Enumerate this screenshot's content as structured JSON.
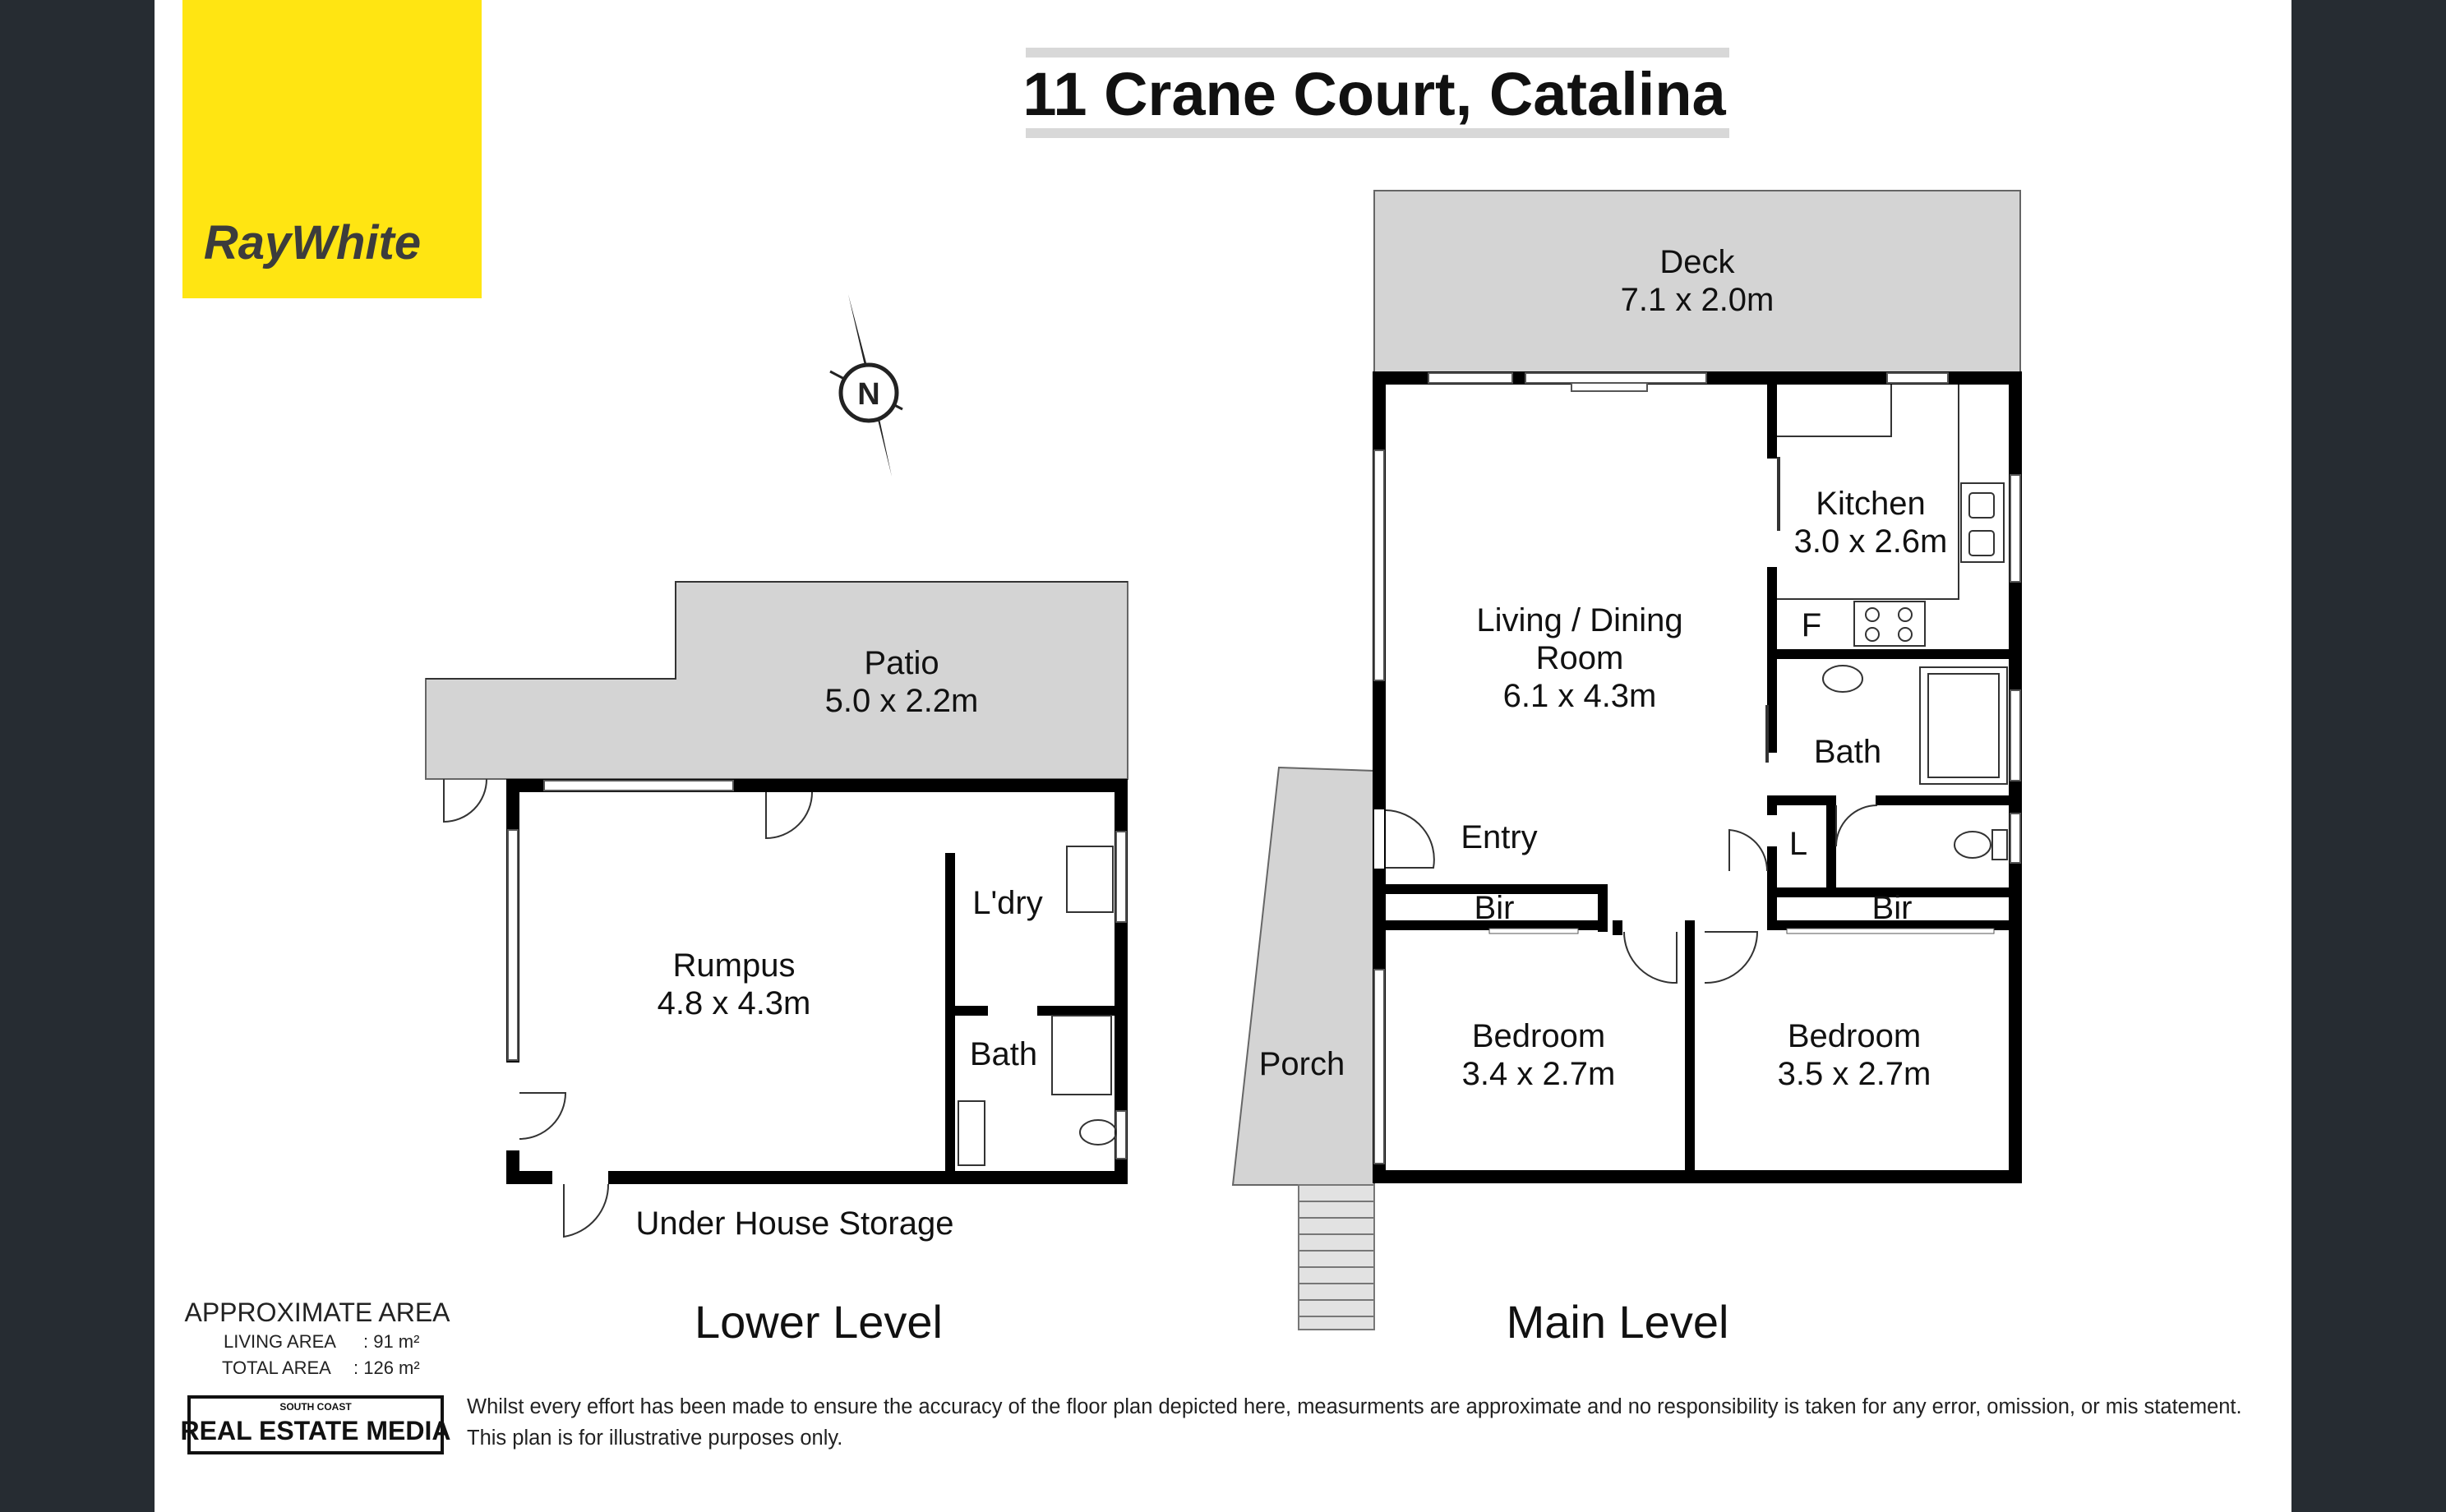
{
  "title": "11 Crane Court, Catalina",
  "brand": {
    "name": "RayWhite",
    "color": "#ffe512"
  },
  "compass_letter": "N",
  "lower": {
    "level_label": "Lower Level",
    "patio": {
      "name": "Patio",
      "size": "5.0 x 2.2m"
    },
    "rumpus": {
      "name": "Rumpus",
      "size": "4.8 x 4.3m"
    },
    "laundry": "L'dry",
    "bath": "Bath",
    "storage": "Under House Storage"
  },
  "main": {
    "level_label": "Main Level",
    "deck": {
      "name": "Deck",
      "size": "7.1 x 2.0m"
    },
    "kitchen": {
      "name": "Kitchen",
      "size": "3.0 x 2.6m"
    },
    "fridge": "F",
    "living": {
      "line1": "Living / Dining",
      "line2": "Room",
      "size": "6.1 x 4.3m"
    },
    "bath": "Bath",
    "linen": "L",
    "entry": "Entry",
    "bir_left": "Bir",
    "bir_right": "Bir",
    "bedroom1": {
      "name": "Bedroom",
      "size": "3.4 x 2.7m"
    },
    "bedroom2": {
      "name": "Bedroom",
      "size": "3.5 x 2.7m"
    },
    "porch": "Porch"
  },
  "area": {
    "heading": "APPROXIMATE AREA",
    "living_label": "LIVING  AREA",
    "living_value": ":  91 m²",
    "total_label": "TOTAL AREA",
    "total_value": ":  126 m²"
  },
  "publisher": {
    "top": "SOUTH COAST",
    "main": "REAL ESTATE MEDIA"
  },
  "disclaimer": {
    "line1": "Whilst every effort has been made to ensure the accuracy of the floor plan depicted here, measurments are approximate and no responsibility is taken for any error, omission, or mis statement.",
    "line2": "This plan is for illustrative purposes only."
  }
}
